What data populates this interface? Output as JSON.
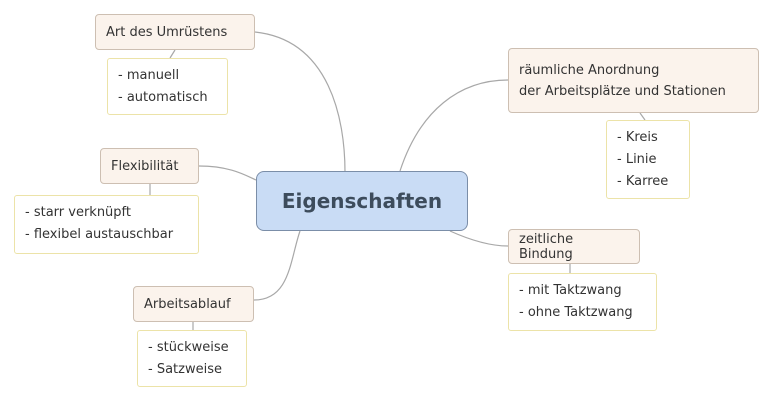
{
  "center": {
    "label": "Eigenschaften"
  },
  "topics": [
    {
      "label": "Art des Umrüstens",
      "items": [
        "- manuell",
        "- automatisch"
      ]
    },
    {
      "label": "Flexibilität",
      "items": [
        "- starr verknüpft",
        "- flexibel austauschbar"
      ]
    },
    {
      "label": "Arbeitsablauf",
      "items": [
        "- stückweise",
        "- Satzweise"
      ]
    },
    {
      "label_lines": [
        "räumliche Anordnung",
        "der Arbeitsplätze und Stationen"
      ],
      "items": [
        "- Kreis",
        "- Linie",
        "- Karree"
      ]
    },
    {
      "label": "zeitliche Bindung",
      "items": [
        "- mit Taktzwang",
        "- ohne Taktzwang"
      ]
    }
  ]
}
